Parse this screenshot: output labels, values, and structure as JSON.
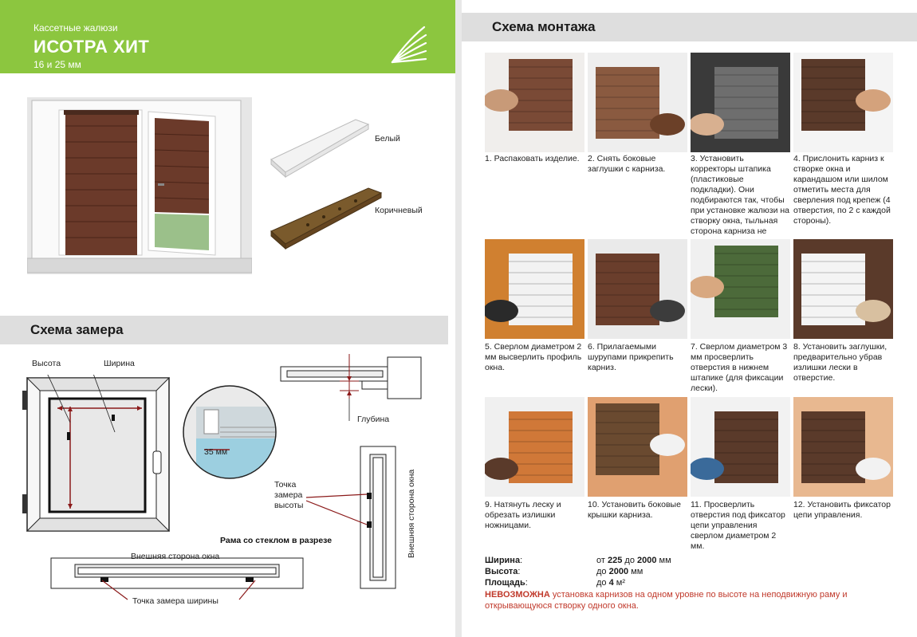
{
  "header": {
    "subtitle": "Кассетные жалюзи",
    "title": "ИСОТРА ХИТ",
    "size": "16 и 25 мм"
  },
  "profiles": {
    "white_label": "Белый",
    "brown_label": "Коричневый"
  },
  "measure": {
    "section_title": "Схема замера",
    "height_label": "Высота",
    "width_label": "Ширина",
    "depth_label": "Глубина",
    "dim_35": "35 мм",
    "height_point": "Точка\nзамера\nвысоты",
    "frame_section": "Рама со стеклом в разрезе",
    "outer_side_vertical": "Внешняя сторона окна",
    "outer_side": "Внешняя сторона окна",
    "width_point": "Точка замера ширины"
  },
  "mount": {
    "section_title": "Схема монтажа",
    "steps": [
      "1. Распаковать изделие.",
      "2. Снять боковые заглушки с карниза.",
      "3. Установить корректоры штапика (пластиковые подкладки). Они подбираются так, чтобы при установке жалюзи на створку окна, тыльная сторона карниза не касалась стекла.",
      "4. Прислонить карниз к створке окна и карандашом или шилом отметить места для сверления под крепеж (4 отверстия, по 2 с каждой стороны).",
      "5. Сверлом диаметром 2 мм высверлить профиль окна.",
      "6. Прилагаемыми шурупами прикрепить карниз.",
      "7. Сверлом диаметром 3 мм просверлить отверстия в нижнем штапике (для фиксации лески).",
      "8. Установить заглушки, предварительно убрав излишки лески в отверстие.",
      "9. Натянуть леску и обрезать излишки ножницами.",
      "10. Установить боковые крышки карниза.",
      "11. Просверлить отверстия под фиксатор цепи управления сверлом диаметром 2 мм.",
      "12. Установить фиксатор цепи управления."
    ]
  },
  "specs": {
    "width_label": "Ширина",
    "width_value_pre": "от ",
    "width_min": "225",
    "width_mid": " до ",
    "width_max": "2000",
    "width_unit": " мм",
    "height_label": "Высота",
    "height_value_pre": "до ",
    "height_max": "2000",
    "height_unit": " мм",
    "area_label": "Площадь",
    "area_value_pre": "до ",
    "area_max": "4",
    "area_unit": " м²",
    "warning_bold": "НЕВОЗМОЖНА",
    "warning_text": " установка карнизов на одном уровне по высоте на неподвижную раму и открывающуюся створку одного окна."
  },
  "colors": {
    "green": "#8cc63f",
    "brown": "#5a3a2a",
    "warning": "#c0392b"
  }
}
